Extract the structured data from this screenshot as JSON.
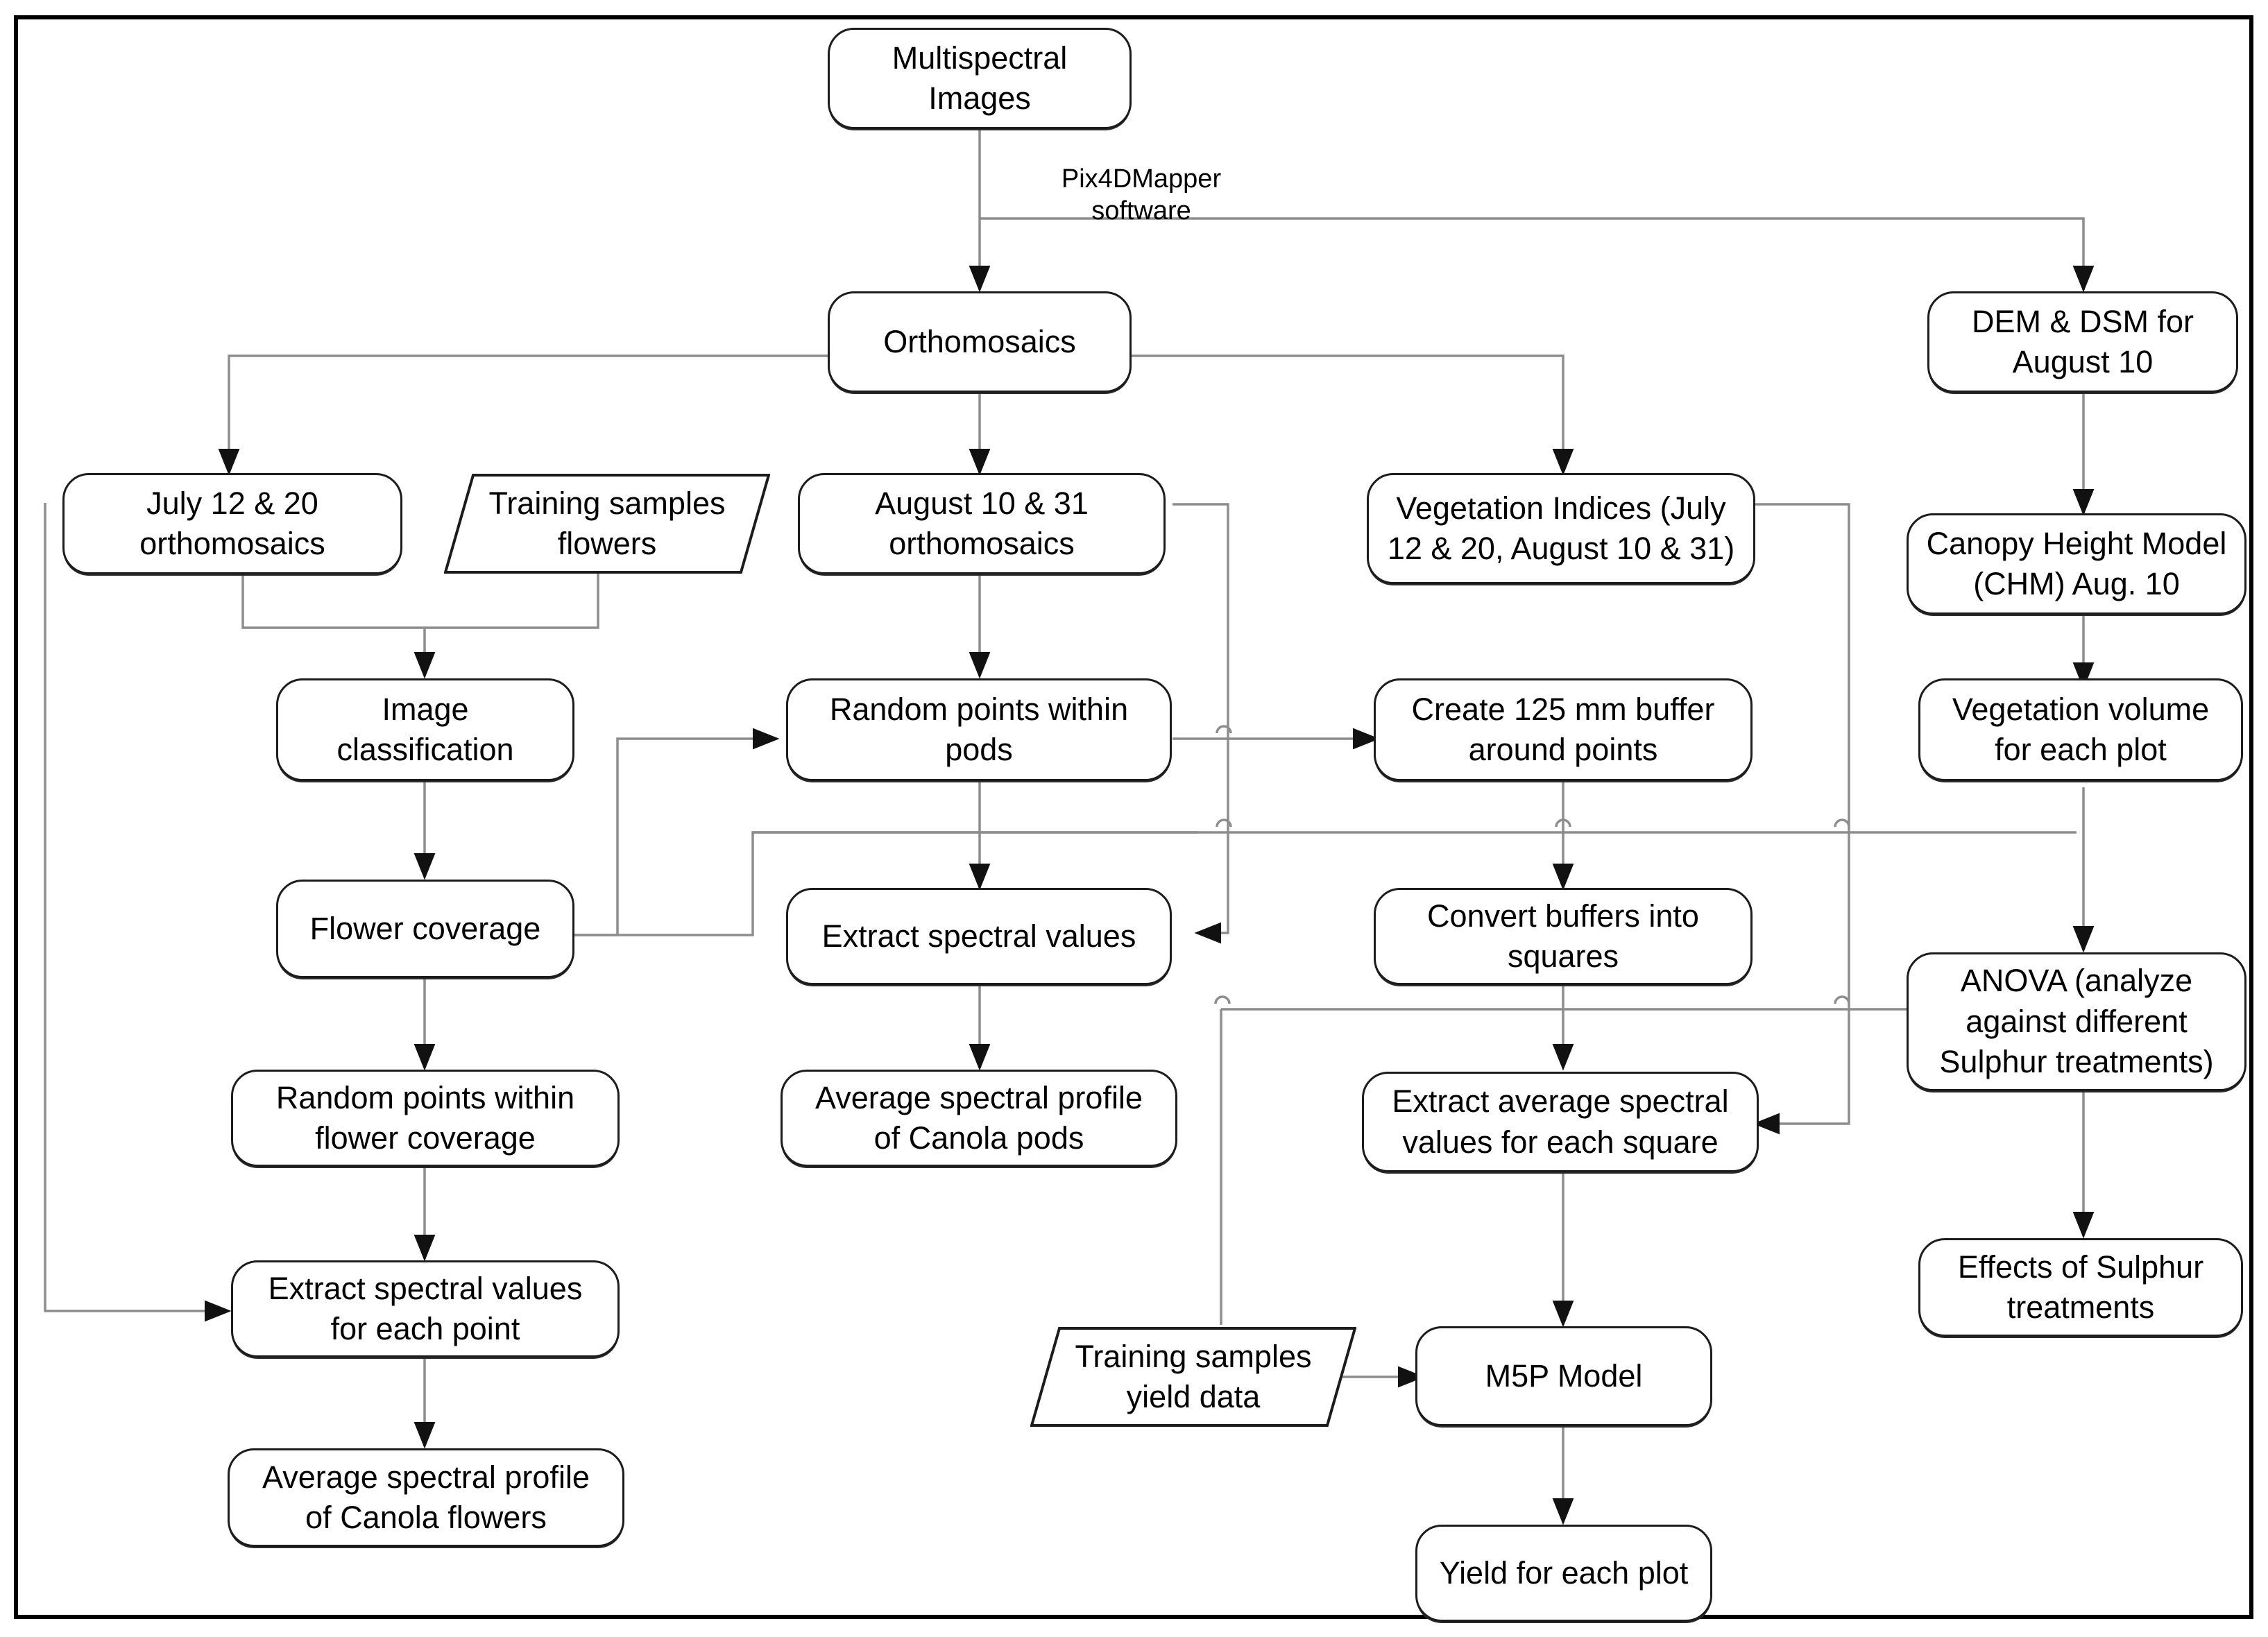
{
  "diagram": {
    "title": "Canola UAV multispectral processing workflow",
    "line_color": "#808080",
    "node_border_color": "#1c1c1c",
    "frame_color": "#000000",
    "edge_labels": [
      {
        "id": "pix4d",
        "text": "Pix4DMapper\nsoftware"
      }
    ],
    "nodes": [
      {
        "id": "multispectral_images",
        "label": "Multispectral\nImages",
        "shape": "rounded"
      },
      {
        "id": "orthomosaics",
        "label": "Orthomosaics",
        "shape": "rounded"
      },
      {
        "id": "dem_dsm",
        "label": "DEM & DSM for\nAugust 10",
        "shape": "rounded"
      },
      {
        "id": "july_orthomosaics",
        "label": "July 12 & 20\northomosaics",
        "shape": "rounded"
      },
      {
        "id": "training_samples_flowers",
        "label": "Training samples\nflowers",
        "shape": "parallelogram"
      },
      {
        "id": "august_orthomosaics",
        "label": "August 10 & 31\northomosaics",
        "shape": "rounded"
      },
      {
        "id": "vegetation_indices",
        "label": "Vegetation Indices (July\n12 & 20, August 10 & 31)",
        "shape": "rounded"
      },
      {
        "id": "canopy_height_model",
        "label": "Canopy Height Model\n(CHM) Aug. 10",
        "shape": "rounded"
      },
      {
        "id": "image_classification",
        "label": "Image\nclassification",
        "shape": "rounded"
      },
      {
        "id": "random_points_pods",
        "label": "Random points within\npods",
        "shape": "rounded"
      },
      {
        "id": "create_buffer",
        "label": "Create 125 mm buffer\naround points",
        "shape": "rounded"
      },
      {
        "id": "vegetation_volume",
        "label": "Vegetation volume\nfor each plot",
        "shape": "rounded"
      },
      {
        "id": "flower_coverage",
        "label": "Flower coverage",
        "shape": "rounded"
      },
      {
        "id": "extract_spectral_values",
        "label": "Extract spectral values",
        "shape": "rounded"
      },
      {
        "id": "convert_buffers",
        "label": "Convert buffers into\nsquares",
        "shape": "rounded"
      },
      {
        "id": "anova",
        "label": "ANOVA (analyze\nagainst different\nSulphur treatments)",
        "shape": "rounded"
      },
      {
        "id": "random_points_flower",
        "label": "Random points within\nflower coverage",
        "shape": "rounded"
      },
      {
        "id": "avg_profile_pods",
        "label": "Average spectral profile\nof Canola pods",
        "shape": "rounded"
      },
      {
        "id": "extract_avg_square",
        "label": "Extract average spectral\nvalues for each square",
        "shape": "rounded"
      },
      {
        "id": "extract_spectral_point",
        "label": "Extract spectral values\nfor each point",
        "shape": "rounded"
      },
      {
        "id": "effects_sulphur",
        "label": "Effects of Sulphur\ntreatments",
        "shape": "rounded"
      },
      {
        "id": "training_samples_yield",
        "label": "Training samples\nyield data",
        "shape": "parallelogram"
      },
      {
        "id": "m5p_model",
        "label": "M5P Model",
        "shape": "rounded"
      },
      {
        "id": "avg_profile_flowers",
        "label": "Average spectral profile\nof Canola flowers",
        "shape": "rounded"
      },
      {
        "id": "yield_each_plot",
        "label": "Yield for each plot",
        "shape": "rounded"
      }
    ],
    "connections": [
      {
        "from": "multispectral_images",
        "to": "orthomosaics",
        "label": "Pix4DMapper software"
      },
      {
        "from": "multispectral_images",
        "to": "dem_dsm",
        "label": "Pix4DMapper software"
      },
      {
        "from": "orthomosaics",
        "to": "july_orthomosaics",
        "label": ""
      },
      {
        "from": "orthomosaics",
        "to": "august_orthomosaics",
        "label": ""
      },
      {
        "from": "orthomosaics",
        "to": "vegetation_indices",
        "label": ""
      },
      {
        "from": "july_orthomosaics",
        "to": "image_classification",
        "label": ""
      },
      {
        "from": "training_samples_flowers",
        "to": "image_classification",
        "label": ""
      },
      {
        "from": "july_orthomosaics",
        "to": "extract_spectral_point",
        "label": ""
      },
      {
        "from": "august_orthomosaics",
        "to": "random_points_pods",
        "label": ""
      },
      {
        "from": "august_orthomosaics",
        "to": "extract_spectral_values",
        "label": ""
      },
      {
        "from": "image_classification",
        "to": "flower_coverage",
        "label": ""
      },
      {
        "from": "flower_coverage",
        "to": "random_points_pods",
        "label": ""
      },
      {
        "from": "flower_coverage",
        "to": "extract_spectral_values",
        "label": ""
      },
      {
        "from": "flower_coverage",
        "to": "random_points_flower",
        "label": ""
      },
      {
        "from": "random_points_pods",
        "to": "create_buffer",
        "label": ""
      },
      {
        "from": "random_points_pods",
        "to": "extract_spectral_values",
        "label": ""
      },
      {
        "from": "extract_spectral_values",
        "to": "avg_profile_pods",
        "label": ""
      },
      {
        "from": "create_buffer",
        "to": "convert_buffers",
        "label": ""
      },
      {
        "from": "convert_buffers",
        "to": "extract_avg_square",
        "label": ""
      },
      {
        "from": "vegetation_indices",
        "to": "extract_avg_square",
        "label": ""
      },
      {
        "from": "dem_dsm",
        "to": "canopy_height_model",
        "label": ""
      },
      {
        "from": "canopy_height_model",
        "to": "vegetation_volume",
        "label": ""
      },
      {
        "from": "vegetation_volume",
        "to": "anova",
        "label": ""
      },
      {
        "from": "extract_avg_square",
        "to": "m5p_model",
        "label": ""
      },
      {
        "from": "training_samples_yield",
        "to": "m5p_model",
        "label": ""
      },
      {
        "from": "m5p_model",
        "to": "yield_each_plot",
        "label": ""
      },
      {
        "from": "random_points_flower",
        "to": "extract_spectral_point",
        "label": ""
      },
      {
        "from": "extract_spectral_point",
        "to": "avg_profile_flowers",
        "label": ""
      },
      {
        "from": "anova",
        "to": "effects_sulphur",
        "label": ""
      }
    ]
  }
}
